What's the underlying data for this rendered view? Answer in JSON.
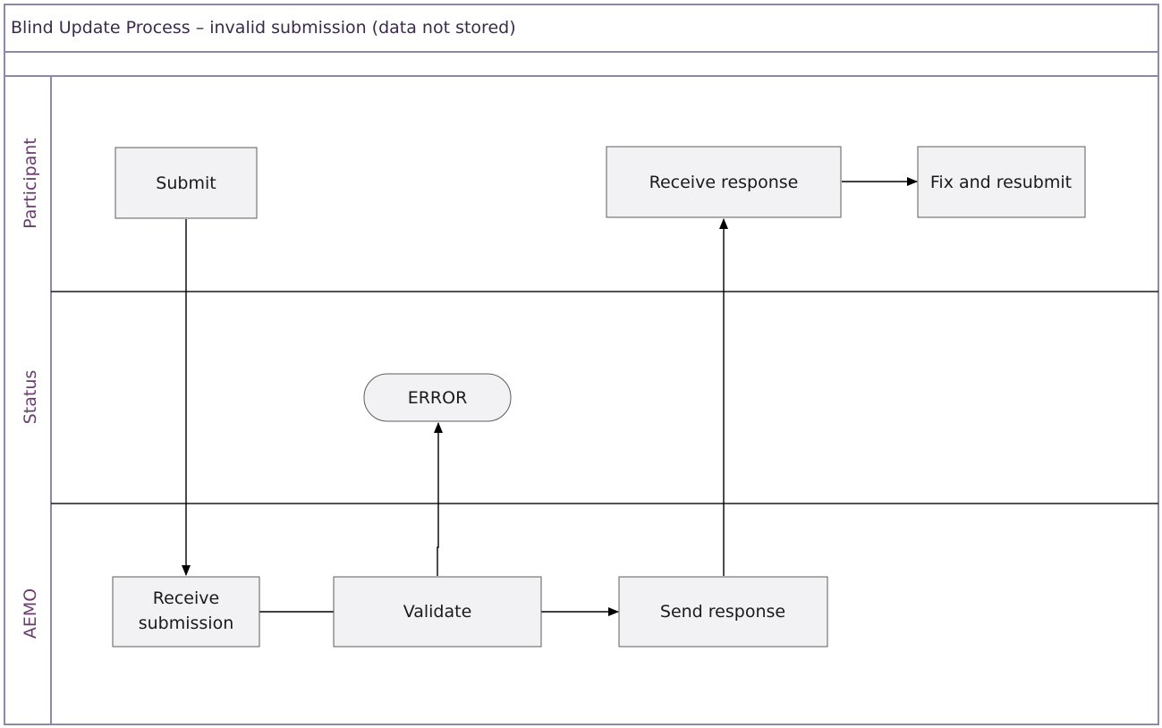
{
  "title": "Blind Update Process – invalid submission (data not stored)",
  "lanes": {
    "participant": "Participant",
    "status": "Status",
    "aemo": "AEMO"
  },
  "nodes": {
    "submit": "Submit",
    "receive_response": "Receive response",
    "fix_resubmit": "Fix and resubmit",
    "error": "ERROR",
    "receive_submission_line1": "Receive",
    "receive_submission_line2": "submission",
    "validate": "Validate",
    "send_response": "Send response"
  },
  "colors": {
    "frame": "#8a8aa6",
    "lane_label": "#6b3d6e",
    "box_fill": "#f2f2f4",
    "box_stroke": "#5c5c5c"
  }
}
